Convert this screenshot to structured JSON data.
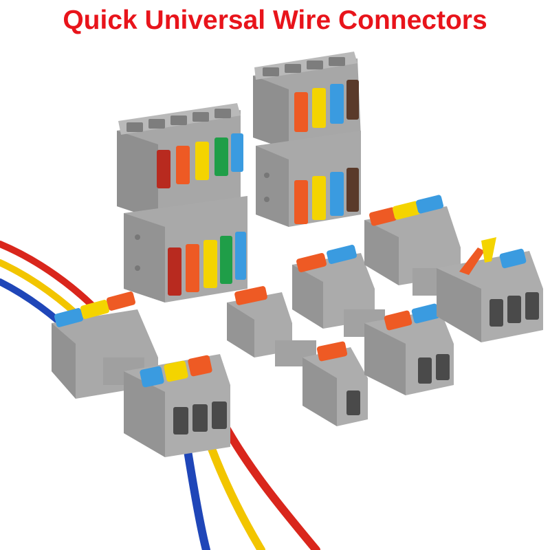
{
  "title": {
    "text": "Quick Universal Wire Connectors",
    "color": "#e8141b"
  },
  "colors": {
    "housing": "#a9a9a9",
    "housing_dark": "#8c8c8c",
    "housing_light": "#c2c2c2",
    "lever_red": "#b82a1f",
    "lever_orange": "#ee5a24",
    "lever_yellow": "#f4d400",
    "lever_green": "#1f9e48",
    "lever_blue": "#3a9be0",
    "lever_brown": "#5a3a2a",
    "wire_red": "#d9261c",
    "wire_yellow": "#f2c500",
    "wire_blue": "#1f46b8"
  },
  "products": [
    {
      "name": "5-way double connector",
      "levers": [
        "red",
        "orange",
        "yellow",
        "green",
        "blue"
      ]
    },
    {
      "name": "4-way double connector",
      "levers": [
        "orange",
        "yellow",
        "blue",
        "brown"
      ]
    },
    {
      "name": "3-way inline connector with wires",
      "levers": [
        "blue",
        "yellow",
        "orange"
      ]
    },
    {
      "name": "1-way inline connector",
      "levers": [
        "orange"
      ]
    },
    {
      "name": "2-way inline connector",
      "levers": [
        "orange",
        "blue"
      ]
    },
    {
      "name": "3-way inline connector",
      "levers": [
        "orange",
        "yellow",
        "blue"
      ]
    }
  ]
}
